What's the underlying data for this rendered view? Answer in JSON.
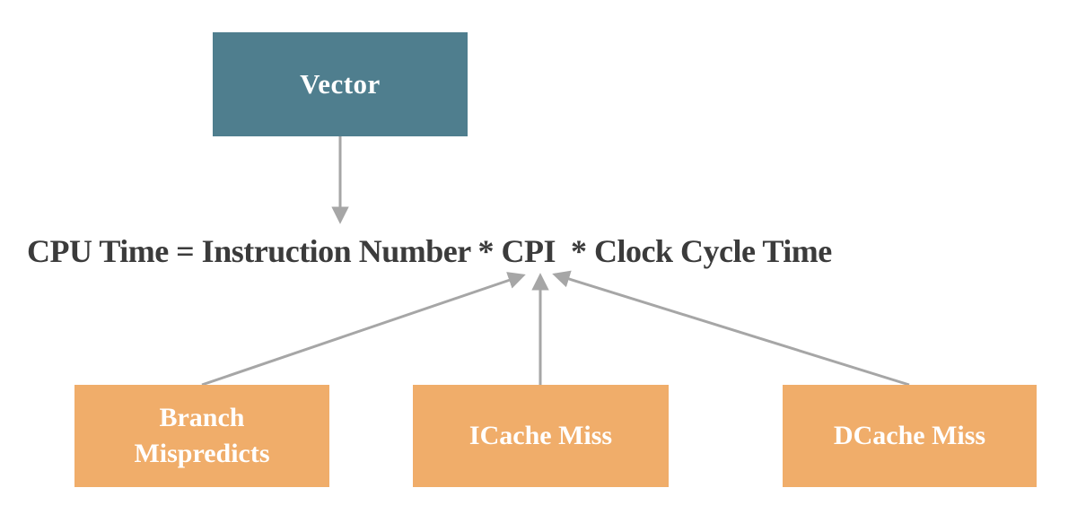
{
  "diagram": {
    "vector_node": {
      "label": "Vector"
    },
    "equation": {
      "text": "CPU Time = Instruction Number * CPI  * Clock Cycle Time"
    },
    "factors": [
      {
        "id": "branch-mispredicts",
        "label": "Branch Mispredicts"
      },
      {
        "id": "icache-miss",
        "label": "ICache Miss"
      },
      {
        "id": "dcache-miss",
        "label": "DCache Miss"
      }
    ],
    "colors": {
      "vector_box": "#4f7e8e",
      "factor_box": "#f0ad6a",
      "arrow": "#a6a6a6",
      "equation_text": "#3b3b3b",
      "box_text": "#ffffff",
      "bg": "#ffffff"
    }
  }
}
